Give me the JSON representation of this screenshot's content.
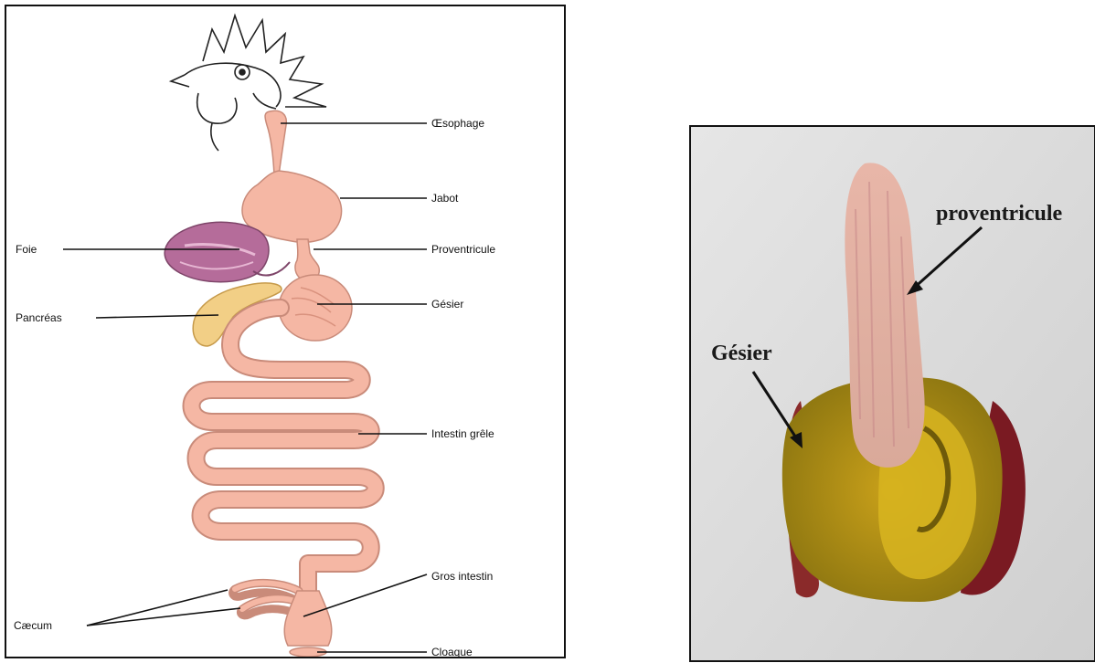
{
  "diagram": {
    "labels": {
      "oesophage": "Œsophage",
      "jabot": "Jabot",
      "proventricule": "Proventricule",
      "foie": "Foie",
      "gesier": "Gésier",
      "pancreas": "Pancréas",
      "intestin_grele": "Intestin grêle",
      "gros_intestin": "Gros intestin",
      "caecum": "Cæcum",
      "cloaque": "Cloaque"
    }
  },
  "photo": {
    "labels": {
      "proventricule": "proventricule",
      "gesier": "Gésier"
    }
  },
  "colors": {
    "gut": "#f5b7a4",
    "liver": "#b56c9a",
    "pancreas": "#f2cf86",
    "photo_background": "#dcdcdc"
  }
}
